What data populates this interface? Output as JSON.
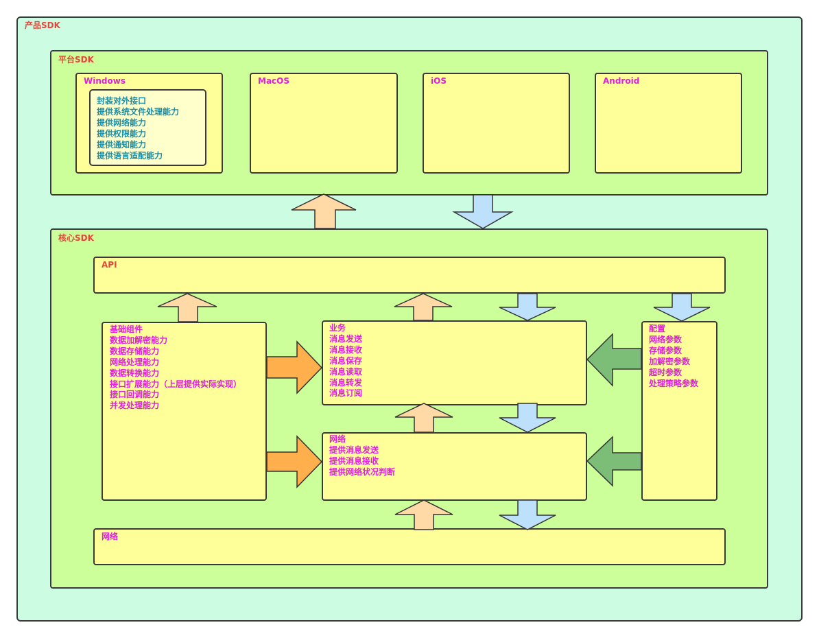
{
  "product": {
    "title": "产品SDK"
  },
  "platform": {
    "title": "平台SDK",
    "windows": {
      "title": "Windows",
      "items": [
        "封装对外接口",
        "提供系统文件处理能力",
        "提供网络能力",
        "提供权限能力",
        "提供通知能力",
        "提供语言适配能力"
      ]
    },
    "macos": {
      "title": "MacOS"
    },
    "ios": {
      "title": "iOS"
    },
    "android": {
      "title": "Android"
    }
  },
  "core": {
    "title": "核心SDK",
    "api": {
      "title": "API"
    },
    "base": {
      "items": [
        "基础组件",
        "数据加解密能力",
        "数据存储能力",
        "网络处理能力",
        "数据转换能力",
        "接口扩展能力（上层提供实际实现）",
        "接口回调能力",
        "并发处理能力"
      ]
    },
    "business": {
      "items": [
        "业务",
        "消息发送",
        "消息接收",
        "消息保存",
        "消息读取",
        "消息转发",
        "消息订阅"
      ]
    },
    "network_module": {
      "items": [
        "网络",
        "提供消息发送",
        "提供消息接收",
        "提供网络状况判断"
      ]
    },
    "config": {
      "items": [
        "配置",
        "网络参数",
        "存储参数",
        "加解密参数",
        "超时参数",
        "处理策略参数"
      ]
    },
    "network_bottom": {
      "title": "网络"
    }
  },
  "colors": {
    "up_arrow": "#ffd9a6",
    "down_arrow": "#bde0fb",
    "right_arrow": "#ffb04d",
    "left_arrow": "#7cbd78"
  }
}
